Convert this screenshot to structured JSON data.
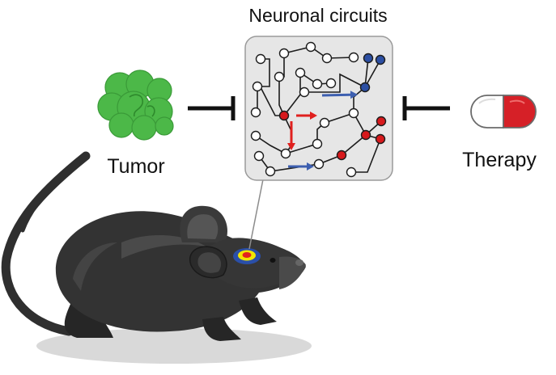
{
  "labels": {
    "circuits_title": "Neuronal circuits",
    "tumor": "Tumor",
    "therapy": "Therapy"
  },
  "icons": {
    "tumor": "tumor-cluster-icon",
    "therapy": "pill-capsule-icon",
    "mouse": "mouse-illustration",
    "inhibit": "inhibition-bar-arrow"
  },
  "colors": {
    "tumor": "#4cb848",
    "node_active_red": "#d7191c",
    "node_active_blue": "#2c4fa3",
    "signal_red": "#e0201e",
    "signal_blue": "#3d5fb0",
    "pill_red": "#d62027",
    "mouse": "#2f2f2f",
    "circuit_box": "#e6e6e6",
    "brain_spot_outer": "#2a4fa8",
    "brain_spot_mid": "#f2e500",
    "brain_spot_inner": "#e3231d"
  }
}
